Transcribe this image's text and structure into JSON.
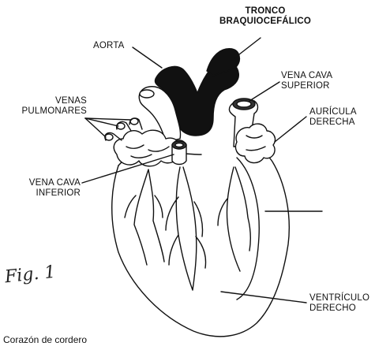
{
  "labels": {
    "tronco": [
      "TRONCO",
      "BRAQUIOCEFÁLICO"
    ],
    "aorta": "AORTA",
    "vena_cava_superior": [
      "VENA CAVA",
      "SUPERIOR"
    ],
    "venas_pulmonares": [
      "VENAS",
      "PULMONARES"
    ],
    "auricula_derecha": [
      "AURÍCULA",
      "DERECHA"
    ],
    "vena_cava_inferior": [
      "VENA CAVA",
      "INFERIOR"
    ],
    "ventriculo_derecho": [
      "VENTRÍCULO",
      "DERECHO"
    ]
  },
  "handwritten": "Fig. 1",
  "caption": "Corazón de cordero"
}
